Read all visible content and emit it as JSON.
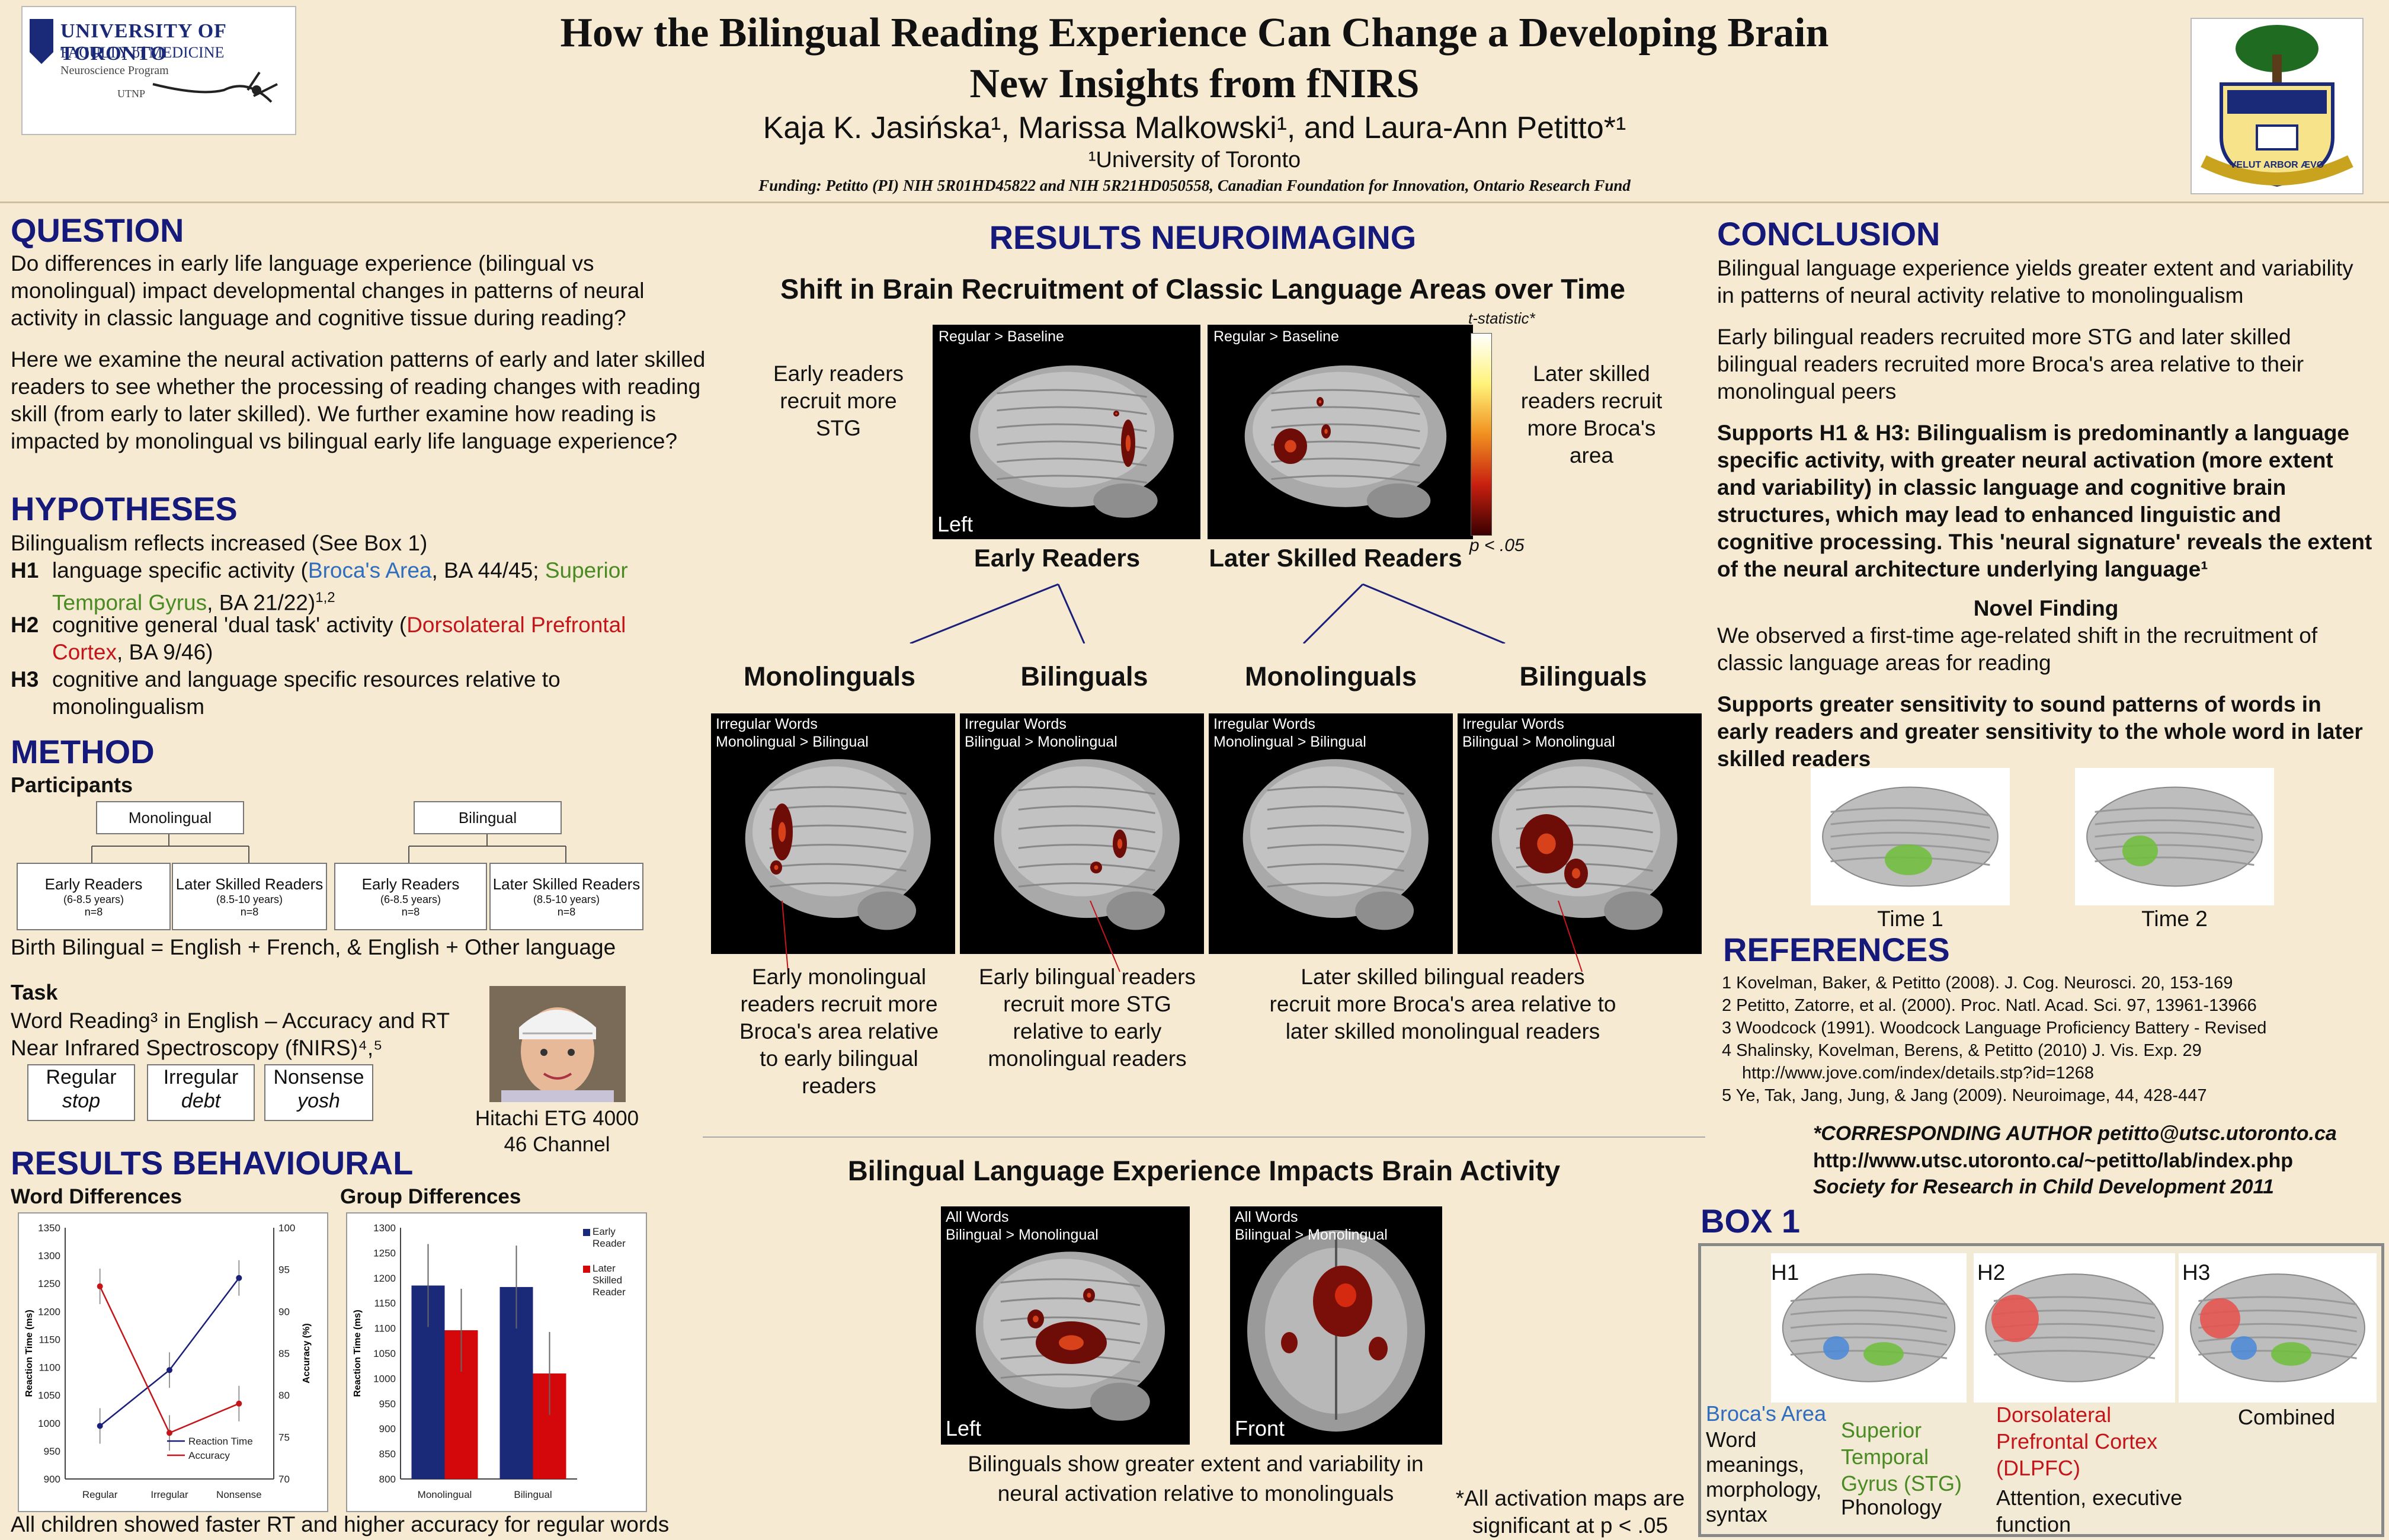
{
  "header": {
    "logo_left_lines": [
      "UNIVERSITY OF TORONTO",
      "FACULTY of MEDICINE",
      "Neuroscience Program",
      "UTNP"
    ],
    "title_line1": "How the Bilingual Reading Experience Can Change a Developing Brain",
    "title_line2": "New Insights from fNIRS",
    "authors": "Kaja K. Jasińska¹, Marissa Malkowski¹, and Laura-Ann Petitto*¹",
    "affiliation": "¹University of Toronto",
    "funding": "Funding: Petitto (PI) NIH 5R01HD45822 and NIH 5R21HD050558, Canadian Foundation for Innovation, Ontario Research Fund",
    "crest_motto": "VELUT ARBOR ÆVO"
  },
  "question": {
    "heading": "QUESTION",
    "p1": "Do differences in early life language experience (bilingual vs monolingual) impact developmental changes in patterns of neural activity in classic language and cognitive tissue during reading?",
    "p2": "Here we examine the neural activation patterns of early and later skilled readers to see whether the processing of reading changes with reading skill (from early to later skilled). We further examine how reading is impacted by monolingual vs bilingual early life language experience?"
  },
  "hypotheses": {
    "heading": "HYPOTHESES",
    "intro": "Bilingualism reflects increased (See Box 1)",
    "h1_label": "H1",
    "h1_a": "language specific activity (",
    "h1_broca": "Broca's Area",
    "h1_b": ", BA 44/45; ",
    "h1_stg": "Superior Temporal Gyrus",
    "h1_c": ", BA 21/22)",
    "h1_sup": "1,2",
    "h2_label": "H2",
    "h2_a": "cognitive general 'dual task' activity (",
    "h2_dlpfc": "Dorsolateral Prefrontal Cortex",
    "h2_b": ",  BA 9/46)",
    "h3_label": "H3",
    "h3_text": "cognitive and language specific resources relative to monolingualism"
  },
  "method": {
    "heading": "METHOD",
    "participants": "Participants",
    "mono": "Monolingual",
    "bi": "Bilingual",
    "early": "Early Readers",
    "early_age": "(6-8.5 years)",
    "later": "Later Skilled Readers",
    "later_age": "(8.5-10 years)",
    "n": "n=8",
    "birth_bilingual": "Birth Bilingual = English + French, & English + Other language",
    "task": "Task",
    "task_line1": "Word Reading³ in English – Accuracy and RT",
    "task_line2": "Near Infrared Spectroscopy (fNIRS)⁴,⁵",
    "word_types": [
      {
        "type": "Regular",
        "example": "stop"
      },
      {
        "type": "Irregular",
        "example": "debt"
      },
      {
        "type": "Nonsense",
        "example": "yosh"
      }
    ],
    "device_line1": "Hitachi ETG 4000",
    "device_line2": "46 Channel"
  },
  "behavioural": {
    "heading": "RESULTS BEHAVIOURAL",
    "word_diff": "Word Differences",
    "group_diff": "Group Differences",
    "footer": "All children showed faster RT and higher accuracy for regular words"
  },
  "chart_data": [
    {
      "type": "line",
      "title": "",
      "categories": [
        "Regular",
        "Irregular",
        "Nonsense"
      ],
      "ylabel": "Reaction Time (ms)",
      "ylim": [
        900,
        1350
      ],
      "y2label": "Accuracy (%)",
      "y2lim": [
        70,
        100
      ],
      "yticks": [
        900,
        950,
        1000,
        1050,
        1100,
        1150,
        1200,
        1250,
        1300,
        1350
      ],
      "y2ticks": [
        70,
        75,
        80,
        85,
        90,
        95,
        100
      ],
      "series": [
        {
          "name": "Reaction Time",
          "axis": "left",
          "color": "#1a1f7a",
          "values": [
            995,
            1095,
            1260
          ]
        },
        {
          "name": "Accuracy",
          "axis": "right",
          "color": "#c3151a",
          "values": [
            93,
            75.5,
            79
          ]
        }
      ],
      "legend": "bottom-right",
      "grid": false
    },
    {
      "type": "bar",
      "title": "",
      "categories": [
        "Monolingual",
        "Bilingual"
      ],
      "ylabel": "Reaction Time (ms)",
      "ylim": [
        800,
        1300
      ],
      "yticks": [
        800,
        850,
        900,
        950,
        1000,
        1050,
        1100,
        1150,
        1200,
        1250,
        1300
      ],
      "series": [
        {
          "name": "Early Reader",
          "color": "#1a2a78",
          "values": [
            1185,
            1182
          ]
        },
        {
          "name": "Later Skilled Reader",
          "color": "#d4080b",
          "values": [
            1096,
            1010
          ]
        }
      ],
      "legend": "top-right",
      "grid": false
    }
  ],
  "neuro": {
    "heading": "RESULTS NEUROIMAGING",
    "subheading": "Shift in Brain Recruitment  of Classic Language Areas over Time",
    "early_text": "Early readers recruit more STG",
    "later_text": "Later skilled readers recruit more Broca's area",
    "regular_baseline": "Regular > Baseline",
    "left": "Left",
    "front": "Front",
    "tstat": "t-statistic*",
    "p_val": "p < .05",
    "early_readers": "Early Readers",
    "later_readers": "Later Skilled Readers",
    "monolinguals": "Monolinguals",
    "bilinguals": "Bilinguals",
    "irregular_words": "Irregular Words",
    "mono_gt_bi": "Monolingual > Bilingual",
    "bi_gt_mono": "Bilingual > Monolingual",
    "cap1": "Early monolingual readers recruit more Broca's area relative to early bilingual readers",
    "cap2": "Early bilingual readers recruit more STG relative to early monolingual readers",
    "cap3": "Later skilled bilingual readers recruit more Broca's area relative to later skilled monolingual readers",
    "impact_heading": "Bilingual Language Experience Impacts Brain Activity",
    "all_words": "All Words",
    "impact_caption": "Bilinguals show greater extent and variability in neural activation relative to monolinguals",
    "sig_note": "*All activation maps are significant at p < .05"
  },
  "conclusion": {
    "heading": "CONCLUSION",
    "p1": "Bilingual language experience yields greater extent and variability in patterns of neural activity relative to monolingualism",
    "p2": "Early bilingual readers recruited more STG and later skilled bilingual readers recruited more Broca's area relative to their monolingual peers",
    "p3": "Supports H1 & H3: Bilingualism is predominantly a language specific activity, with greater neural activation (more extent and variability) in classic language and cognitive brain structures,  which may lead to enhanced linguistic and cognitive processing.  This 'neural signature' reveals the extent of the neural architecture underlying language¹",
    "novel_heading": "Novel Finding",
    "novel_text": "We observed a first-time age-related shift in the recruitment of classic language areas for reading",
    "p4": "Supports greater sensitivity to sound patterns of words in early readers and greater sensitivity to the whole word in later skilled readers",
    "time1": "Time 1",
    "time2": "Time 2"
  },
  "references": {
    "heading": "REFERENCES",
    "items": [
      "1 Kovelman, Baker, & Petitto (2008). J. Cog. Neurosci. 20, 153-169",
      "2 Petitto, Zatorre, et al. (2000). Proc. Natl. Acad. Sci. 97, 13961-13966",
      "3 Woodcock (1991). Woodcock Language Proficiency Battery - Revised",
      "4 Shalinsky, Kovelman, Berens, & Petitto (2010) J. Vis. Exp. 29",
      "   http://www.jove.com/index/details.stp?id=1268",
      "5 Ye, Tak, Jang, Jung, & Jang (2009). Neuroimage, 44, 428-447"
    ],
    "author_line": "*CORRESPONDING AUTHOR  petitto@utsc.utoronto.ca",
    "url_line": "http://www.utsc.utoronto.ca/~petitto/lab/index.php",
    "society_line": "Society for Research in Child Development 2011"
  },
  "box1": {
    "heading": "BOX 1",
    "h1": "H1",
    "h2": "H2",
    "h3": "H3",
    "broca": "Broca's Area",
    "broca_desc": "Word meanings, morphology, syntax",
    "stg": "Superior Temporal Gyrus (STG)",
    "stg_desc": "Phonology",
    "dlpfc": "Dorsolateral Prefrontal Cortex (DLPFC)",
    "dlpfc_desc": "Attention, executive function",
    "combined": "Combined"
  },
  "colors": {
    "heading_blue": "#14197a",
    "background": "#f6ead2",
    "broca_blue": "#2f6dbf",
    "stg_green": "#4a8a23",
    "dlpfc_red": "#c3151a"
  }
}
